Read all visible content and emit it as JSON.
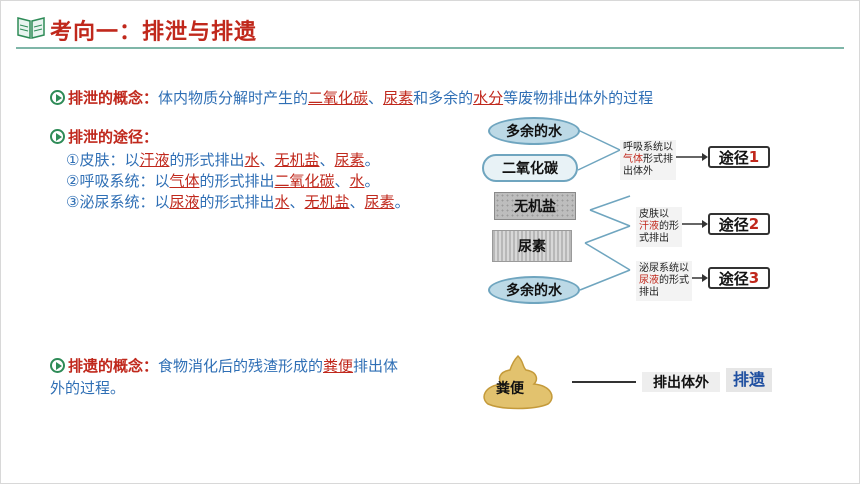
{
  "title": "考向一：排泄与排遗",
  "concept": {
    "label": "排泄的概念：",
    "text1": "体内物质分解时产生的",
    "a1": "二氧化碳",
    "s1": "、",
    "a2": "尿素",
    "text2": "和多余的",
    "a3": "水分",
    "text3": "等废物排出体外的过程"
  },
  "routes": {
    "label": "排泄的途径：",
    "items": [
      {
        "prefix": "①皮肤：以",
        "a": "汗液",
        "mid": "的形式排出",
        "b": "水",
        "s1": "、",
        "c": "无机盐",
        "s2": "、",
        "d": "尿素",
        "end": "。"
      },
      {
        "prefix": "②呼吸系统：以",
        "a": "气体",
        "mid": "的形式排出",
        "b": "二氧化碳",
        "s1": "、",
        "c": "水",
        "end": "。"
      },
      {
        "prefix": "③泌尿系统：以",
        "a": "尿液",
        "mid": "的形式排出",
        "b": "水",
        "s1": "、",
        "c": "无机盐",
        "s2": "、",
        "d": "尿素",
        "end": "。"
      }
    ]
  },
  "diagram": {
    "nodes": [
      "多余的水",
      "二氧化碳",
      "无机盐",
      "尿素",
      "多余的水"
    ],
    "desc1": {
      "a": "呼吸系统以",
      "r": "气体",
      "b": "形式排",
      "c": "出体外"
    },
    "desc2": {
      "a": "皮肤以",
      "r": "汗液",
      "b": "的形",
      "c": "式排出"
    },
    "desc3": {
      "a": "泌尿系统以",
      "r": "尿液",
      "b": "的形式",
      "c": "排出"
    },
    "path_label": "途径",
    "path_nums": [
      "1",
      "2",
      "3"
    ]
  },
  "egestion": {
    "label": "排遗的概念：",
    "text1": "食物消化后的残渣形成的",
    "a1": "粪便",
    "text2": "排出体",
    "line2": "外的过程。",
    "feces": "粪便",
    "out": "排出体外",
    "term": "排遗"
  },
  "colors": {
    "accent": "#c0281c",
    "text": "#2f6fb5",
    "bullet": "#2e8b57"
  }
}
